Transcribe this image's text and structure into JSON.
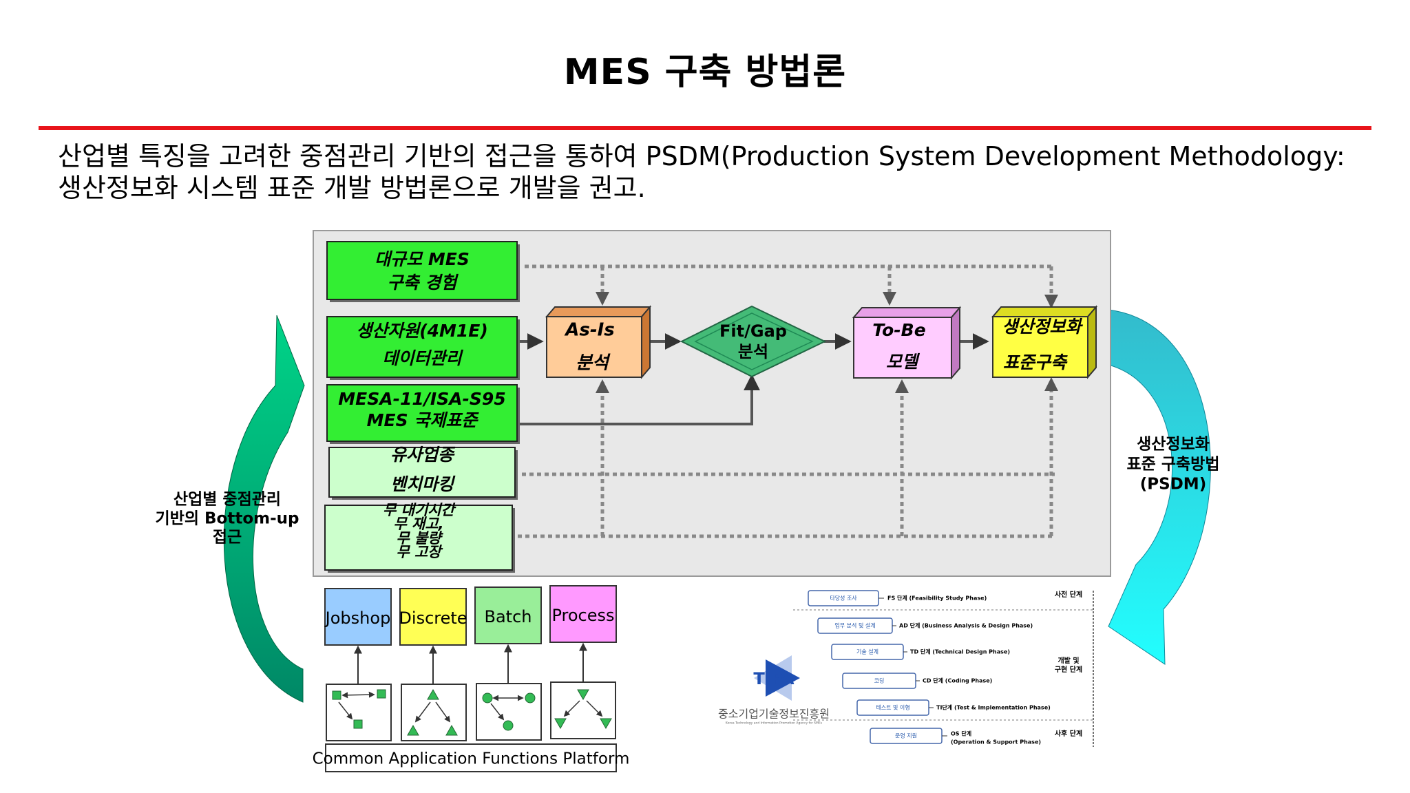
{
  "slide": {
    "title": "MES 구축 방법론",
    "intro_line1": "산업별 특징을 고려한 중점관리 기반의 접근을 통하여 PSDM(Production System Development Methodology:",
    "intro_line2": "생산정보화 시스템 표준 개발 방법론으로 개발을 권고."
  },
  "colors": {
    "rule": "#e8141a",
    "panel": "#e8e8e8",
    "input_green_bright": "#33ee33",
    "input_green_light": "#ccffcc",
    "asis": "#ffcc99",
    "fitgap": "#44bb77",
    "tobe": "#ffccff",
    "psdm_box": "#ffff44",
    "arrow_left": "#00aa77",
    "arrow_right": "#22ccdd"
  },
  "inputs": [
    {
      "line1": "대규모 MES",
      "line2": "구축 경험"
    },
    {
      "line1": "생산자원(4M1E)",
      "line2": "데이터관리"
    },
    {
      "line1": "MESA-11/ISA-S95",
      "line2": "MES 국제표준"
    },
    {
      "line1": "유사업종",
      "line2": "벤치마킹"
    },
    {
      "line1": "무 대기시간",
      "line2": "무 재고,",
      "line3": "무 불량",
      "line4": "무 고장"
    }
  ],
  "process": {
    "asis": {
      "line1": "As-Is",
      "line2": "분석"
    },
    "fitgap": {
      "line1": "Fit/Gap",
      "line2": "분석"
    },
    "tobe": {
      "line1": "To-Be",
      "line2": "모델"
    },
    "standard": {
      "line1": "생산정보화",
      "line2": "표준구축"
    }
  },
  "side_labels": {
    "left": {
      "line1": "산업별 중점관리",
      "line2": "기반의 Bottom-up",
      "line3": "접근"
    },
    "right": {
      "line1": "생산정보화",
      "line2": "표준 구축방법",
      "line3": "(PSDM)"
    }
  },
  "industries": [
    "Jobshop",
    "Discrete",
    "Batch",
    "Process"
  ],
  "platform_label": "Common Application Functions Platform",
  "tipa": {
    "logo": "TIPA",
    "org_kr": "중소기업기술정보진흥원",
    "org_en": "Korea Technology and Information Promotion Agency for SMEs",
    "phases": [
      {
        "step": "타당성 조사",
        "desc": "FS 단계 (Feasibility Study Phase)"
      },
      {
        "step": "업무 분석 및 설계",
        "desc": "AD 단계 (Business Analysis & Design Phase)"
      },
      {
        "step": "기술 설계",
        "desc": "TD 단계 (Technical Design Phase)"
      },
      {
        "step": "코딩",
        "desc": "CD 단계 (Coding Phase)"
      },
      {
        "step": "테스트 및 이행",
        "desc": "TI단계 (Test & Implementation Phase)"
      },
      {
        "step": "운영 지원",
        "desc": "OS 단계",
        "desc2": "(Operation & Support Phase)"
      }
    ],
    "stage_pre": "사전 단계",
    "stage_dev1": "개발 및",
    "stage_dev2": "구현 단계",
    "stage_post": "사후 단계"
  }
}
